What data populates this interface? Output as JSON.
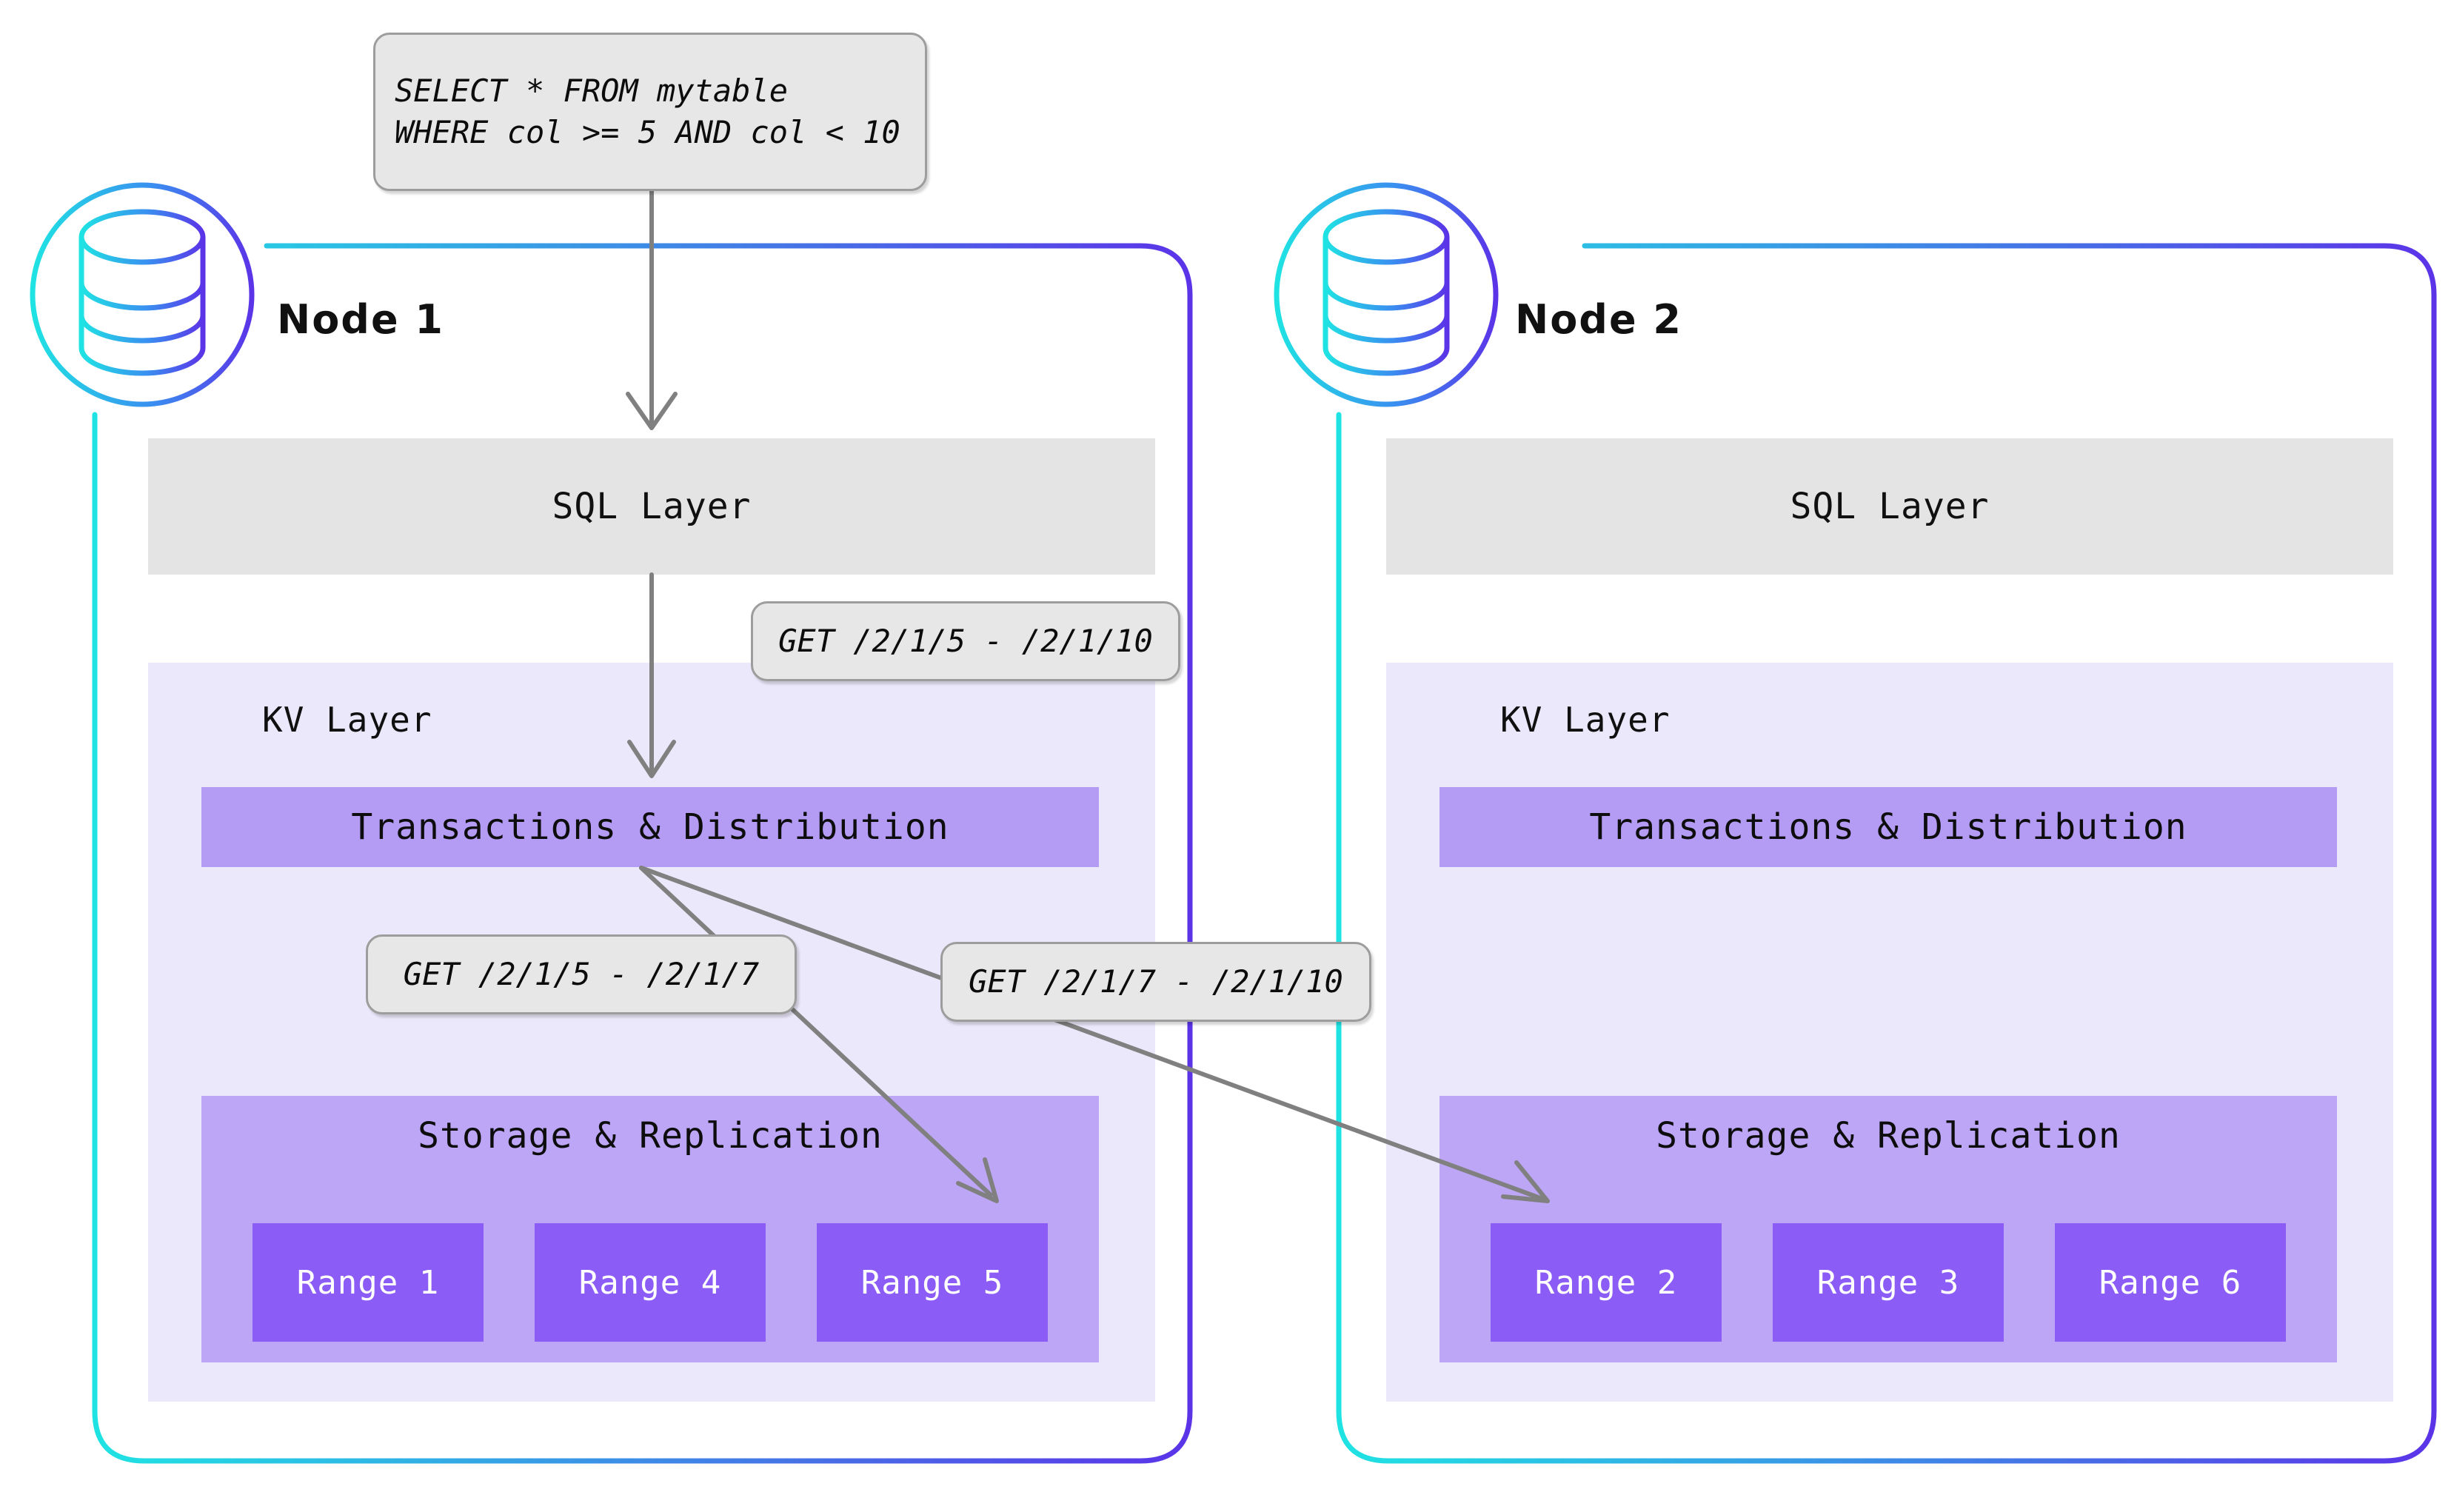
{
  "diagram": {
    "title": "CockroachDB distributed query execution across two nodes",
    "colors": {
      "node_border_start": "#1fe3e3",
      "node_border_end": "#5b34e8",
      "sql_layer_bg": "#e4e4e4",
      "kv_panel_bg": "#ece8fb",
      "txn_band_bg": "#b49bf4",
      "storage_band_bg": "#bda6f6",
      "range_box_bg": "#8c5cf6",
      "range_label_color": "#ffffff",
      "callout_bg": "#e7e7e7",
      "callout_border": "#9d9d9d",
      "arrow_color": "#808080",
      "text_color": "#101010",
      "page_bg": "#ffffff"
    }
  },
  "query_callout": {
    "name": "sql-query",
    "lines": [
      "SELECT * FROM mytable",
      "WHERE col >= 5 AND col < 10"
    ]
  },
  "callouts": [
    {
      "id": "kv-request",
      "text": "GET /2/1/5 - /2/1/10"
    },
    {
      "id": "range-5-request",
      "text": "GET /2/1/5 - /2/1/7"
    },
    {
      "id": "range-2-request",
      "text": "GET /2/1/7 - /2/1/10"
    }
  ],
  "nodes": [
    {
      "id": "node-1",
      "title": "Node 1",
      "icon": "database-icon",
      "sql_layer_label": "SQL Layer",
      "kv_layer_label": "KV Layer",
      "txn_band_label": "Transactions & Distribution",
      "storage_band_label": "Storage & Replication",
      "ranges": [
        "Range 1",
        "Range 4",
        "Range 5"
      ]
    },
    {
      "id": "node-2",
      "title": "Node 2",
      "icon": "database-icon",
      "sql_layer_label": "SQL Layer",
      "kv_layer_label": "KV Layer",
      "txn_band_label": "Transactions & Distribution",
      "storage_band_label": "Storage & Replication",
      "ranges": [
        "Range 2",
        "Range 3",
        "Range 6"
      ]
    }
  ],
  "flows": [
    {
      "id": "query-to-sql-layer",
      "from": "sql-query",
      "to": "node-1-sql-layer"
    },
    {
      "id": "sql-to-kv",
      "from": "node-1-sql-layer",
      "to": "node-1-transactions"
    },
    {
      "id": "kv-to-range-5",
      "from": "node-1-transactions",
      "to": "node-1-range-5"
    },
    {
      "id": "kv-to-range-2",
      "from": "node-1-transactions",
      "to": "node-2-range-2"
    }
  ]
}
